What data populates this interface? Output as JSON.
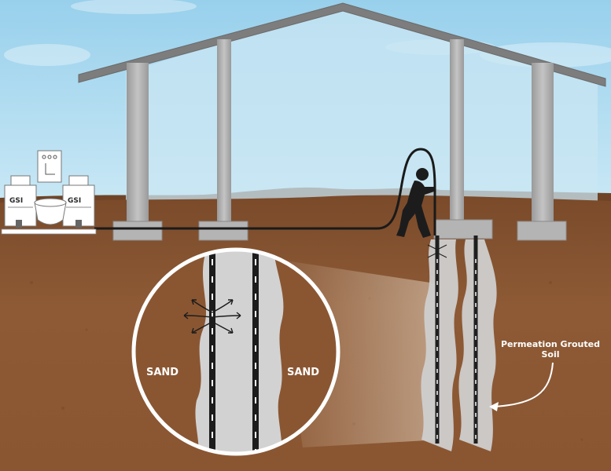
{
  "labels": {
    "permeation_line1": "Permeation Grouted",
    "permeation_line2": "Soil",
    "sand_left": "SAND",
    "sand_right": "SAND"
  },
  "equipment": {
    "logo_left": "GSI",
    "logo_right": "GSI"
  },
  "colors": {
    "sky": "#a9d7ee",
    "soil": "#8a5631",
    "roof": "#808080",
    "concrete": "#b8b8b8",
    "grout": "#cfcfcf",
    "pipe": "#222222"
  }
}
